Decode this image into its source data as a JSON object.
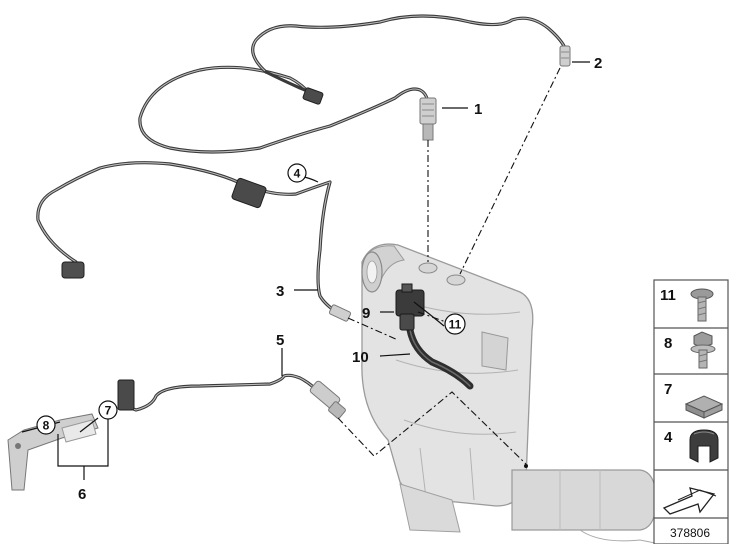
{
  "diagram": {
    "callouts": {
      "c1": "1",
      "c2": "2",
      "c3": "3",
      "c4": "4",
      "c5": "5",
      "c6": "6",
      "c7": "7",
      "c8": "8",
      "c9": "9",
      "c10": "10",
      "c11": "11"
    },
    "legend": [
      {
        "number": "11",
        "part": "screw-icon"
      },
      {
        "number": "8",
        "part": "hex-bolt-icon"
      },
      {
        "number": "7",
        "part": "clip-icon"
      },
      {
        "number": "4",
        "part": "clamp-clip-icon"
      }
    ],
    "legend_footer_icon": "arrow-icon",
    "image_id": "378806",
    "colors": {
      "wire": "#3a3a3a",
      "component_fill": "#e4e4e4",
      "component_stroke": "#9a9a9a",
      "legend_border": "#555555"
    }
  }
}
